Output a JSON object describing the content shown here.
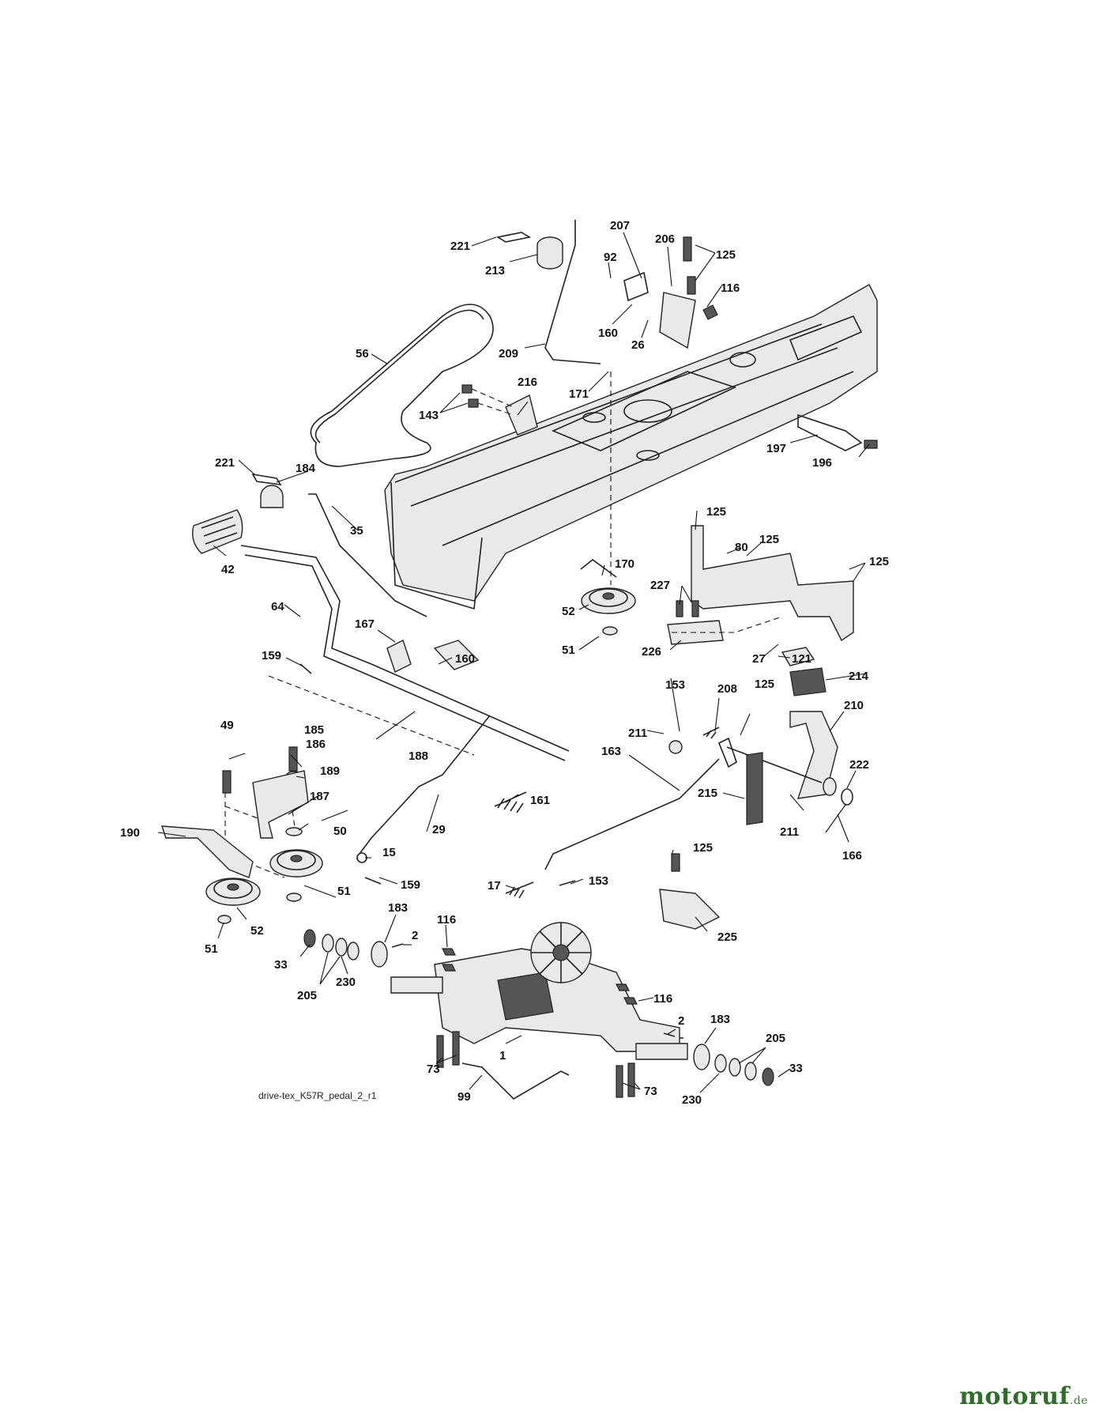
{
  "diagram": {
    "caption": "drive-tex_K57R_pedal_2_r1",
    "watermark": {
      "brand": "motoruf",
      "suffix": ".de"
    },
    "labels": [
      "221",
      "213",
      "207",
      "92",
      "206",
      "125",
      "116",
      "160",
      "26",
      "209",
      "56",
      "171",
      "216",
      "143",
      "197",
      "196",
      "221",
      "184",
      "42",
      "35",
      "64",
      "125",
      "80",
      "125",
      "125",
      "170",
      "227",
      "52",
      "51",
      "226",
      "27",
      "121",
      "167",
      "159",
      "160",
      "49",
      "185",
      "186",
      "189",
      "188",
      "187",
      "190",
      "50",
      "51",
      "52",
      "51",
      "214",
      "125",
      "153",
      "208",
      "210",
      "211",
      "222",
      "163",
      "161",
      "29",
      "215",
      "211",
      "166",
      "15",
      "159",
      "125",
      "17",
      "153",
      "225",
      "183",
      "2",
      "116",
      "33",
      "230",
      "205",
      "116",
      "2",
      "183",
      "205",
      "73",
      "1",
      "99",
      "73",
      "230",
      "33"
    ]
  }
}
